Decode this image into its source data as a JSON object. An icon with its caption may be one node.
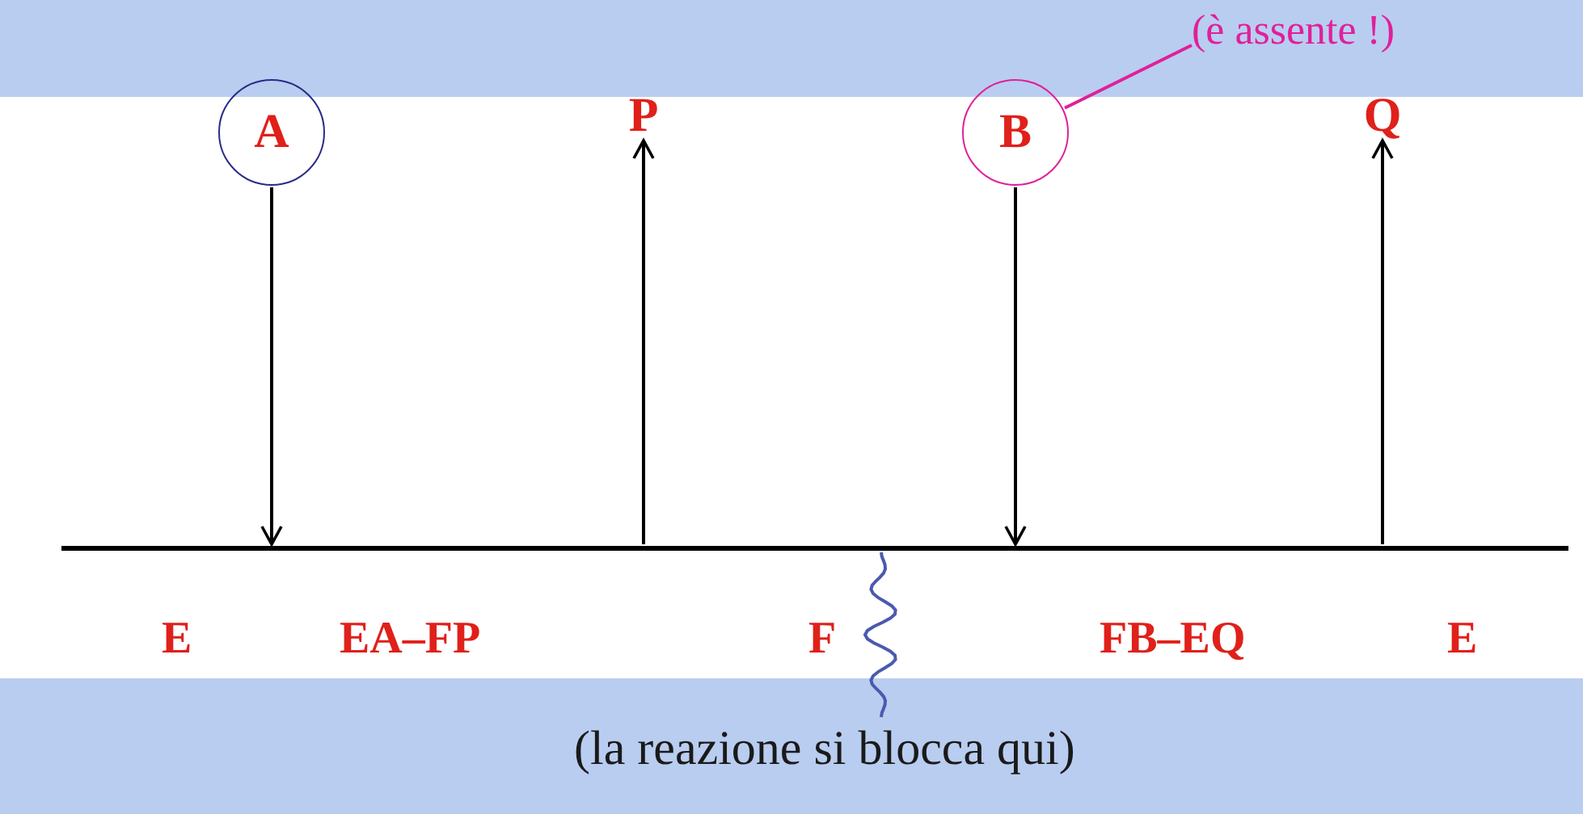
{
  "diagram": {
    "nodes": [
      {
        "text": [
          "A"
        ]
      },
      {
        "text": [
          "P"
        ]
      },
      {
        "text": [
          "B"
        ]
      },
      {
        "text": [
          "Q"
        ]
      },
      {
        "text": [],
        "shape": "bar"
      },
      {
        "text": [
          "(è assente !)"
        ]
      },
      {
        "text": [
          "(la reazione si blocca qui)"
        ]
      }
    ],
    "edges": [
      {
        "from": 0,
        "to": 4,
        "arrow": "to"
      },
      {
        "from": 4,
        "to": 1,
        "arrow": "to"
      },
      {
        "from": 2,
        "to": 4,
        "arrow": "to"
      },
      {
        "from": 4,
        "to": 3,
        "arrow": "to"
      },
      {
        "from": 5,
        "to": 2,
        "arrow": "none",
        "color": "#e0209a"
      },
      {
        "from": 6,
        "to": 4,
        "arrow": "none",
        "color": "#4a5ab0"
      }
    ],
    "labels": [
      "E",
      "EA–FP",
      "F",
      "FB–EQ",
      "E"
    ]
  }
}
